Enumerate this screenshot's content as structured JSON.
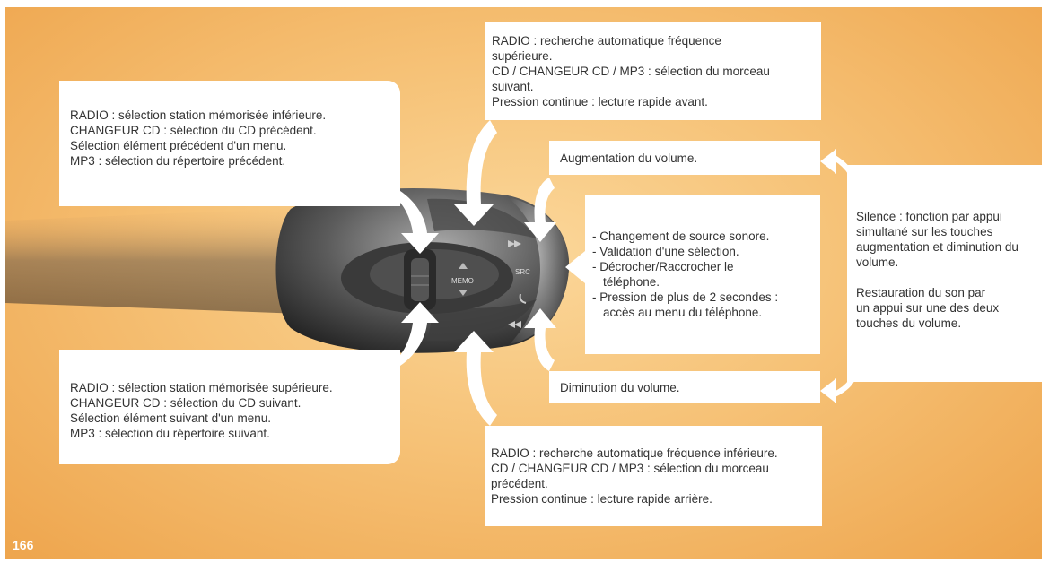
{
  "page_number": "166",
  "left_top": {
    "lines": [
      "RADIO : sélection station mémorisée inférieure.",
      "CHANGEUR CD : sélection du CD précédent.",
      "Sélection élément précédent d'un menu.",
      "MP3 : sélection du répertoire précédent."
    ]
  },
  "left_bottom": {
    "lines": [
      "RADIO : sélection station mémorisée supérieure.",
      "CHANGEUR CD : sélection du CD suivant.",
      "Sélection élément suivant d'un menu.",
      "MP3 : sélection du répertoire suivant."
    ]
  },
  "top": {
    "lines": [
      "RADIO : recherche automatique fréquence",
      "supérieure.",
      "CD / CHANGEUR CD / MP3 : sélection du morceau",
      "suivant.",
      "Pression continue : lecture rapide avant."
    ]
  },
  "volume_up": "Augmentation du volume.",
  "center": {
    "lines": [
      "- Changement de source sonore.",
      "- Validation d'une sélection.",
      "- Décrocher/Raccrocher le",
      "téléphone.",
      "- Pression de plus de 2 secondes :",
      "accès au menu du téléphone."
    ]
  },
  "volume_down": "Diminution du volume.",
  "bottom": {
    "lines": [
      "RADIO : recherche automatique fréquence inférieure.",
      "CD / CHANGEUR CD / MP3 : sélection du morceau",
      "précédent.",
      "Pression continue : lecture rapide arrière."
    ]
  },
  "right": {
    "silence_lines": [
      "Silence : fonction par appui",
      "simultané sur les touches",
      "augmentation et diminution du",
      "volume."
    ],
    "restore_lines": [
      "Restauration du son par",
      "un appui sur une des deux",
      "touches du volume."
    ]
  },
  "control_labels": {
    "memo": "MEMO",
    "src": "SRC"
  }
}
